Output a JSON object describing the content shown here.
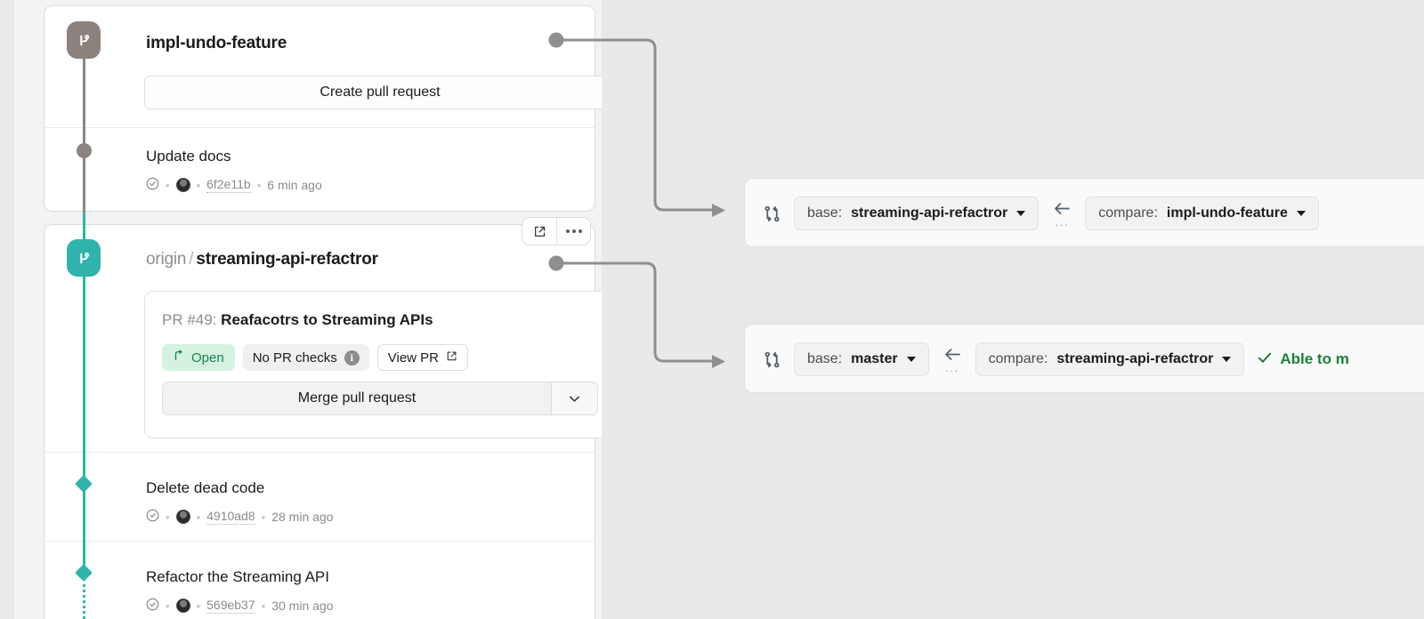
{
  "left_panel": {
    "local_branch": {
      "icon": "git-branch-icon",
      "name": "impl-undo-feature",
      "create_pr_label": "Create pull request",
      "commit": {
        "title": "Update docs",
        "status_icon": "check-circle-icon",
        "avatar": "author-avatar",
        "hash": "6f2e11b",
        "time": "6 min ago",
        "separator": "•"
      }
    },
    "origin_branch": {
      "icon": "git-branch-icon",
      "remote_prefix": "origin",
      "slash": "/",
      "name": "streaming-api-refactror",
      "actions": {
        "external_link": "open-external-icon",
        "more": "more-options-icon"
      },
      "pull_request": {
        "number_label": "PR #49:",
        "title": "Reafacotrs to Streaming APIs",
        "state_badge": "Open",
        "state_icon": "pull-request-open-icon",
        "checks_badge": "No PR checks",
        "checks_info_icon": "i",
        "view_pr_label": "View PR",
        "view_pr_icon": "open-external-icon",
        "merge_label": "Merge pull request",
        "merge_caret_icon": "chevron-down-icon"
      },
      "commits": [
        {
          "title": "Delete dead code",
          "status_icon": "check-circle-icon",
          "hash": "4910ad8",
          "time": "28 min ago",
          "separator": "•"
        },
        {
          "title": "Refactor the Streaming API",
          "status_icon": "check-circle-icon",
          "hash": "569eb37",
          "time": "30 min ago",
          "separator": "•"
        }
      ]
    }
  },
  "right_panel": {
    "compare_cards": [
      {
        "icon": "git-compare-icon",
        "base_prefix": "base:",
        "base_branch": "streaming-api-refactror",
        "direction_icon": "arrow-left-icon",
        "direction_dots": "···",
        "compare_prefix": "compare:",
        "compare_branch": "impl-undo-feature",
        "status": ""
      },
      {
        "icon": "git-compare-icon",
        "base_prefix": "base:",
        "base_branch": "master",
        "direction_icon": "arrow-left-icon",
        "direction_dots": "···",
        "compare_prefix": "compare:",
        "compare_branch": "streaming-api-refactror",
        "status_icon": "check-icon",
        "status": "Able to m"
      }
    ]
  },
  "colors": {
    "teal": "#2fb3ad",
    "gray_branch": "#8b817d",
    "open_green_bg": "#d3f3e0",
    "open_green_fg": "#1a7f48",
    "merge_ok_green": "#1a7f37",
    "connector": "#8f8f8f"
  }
}
